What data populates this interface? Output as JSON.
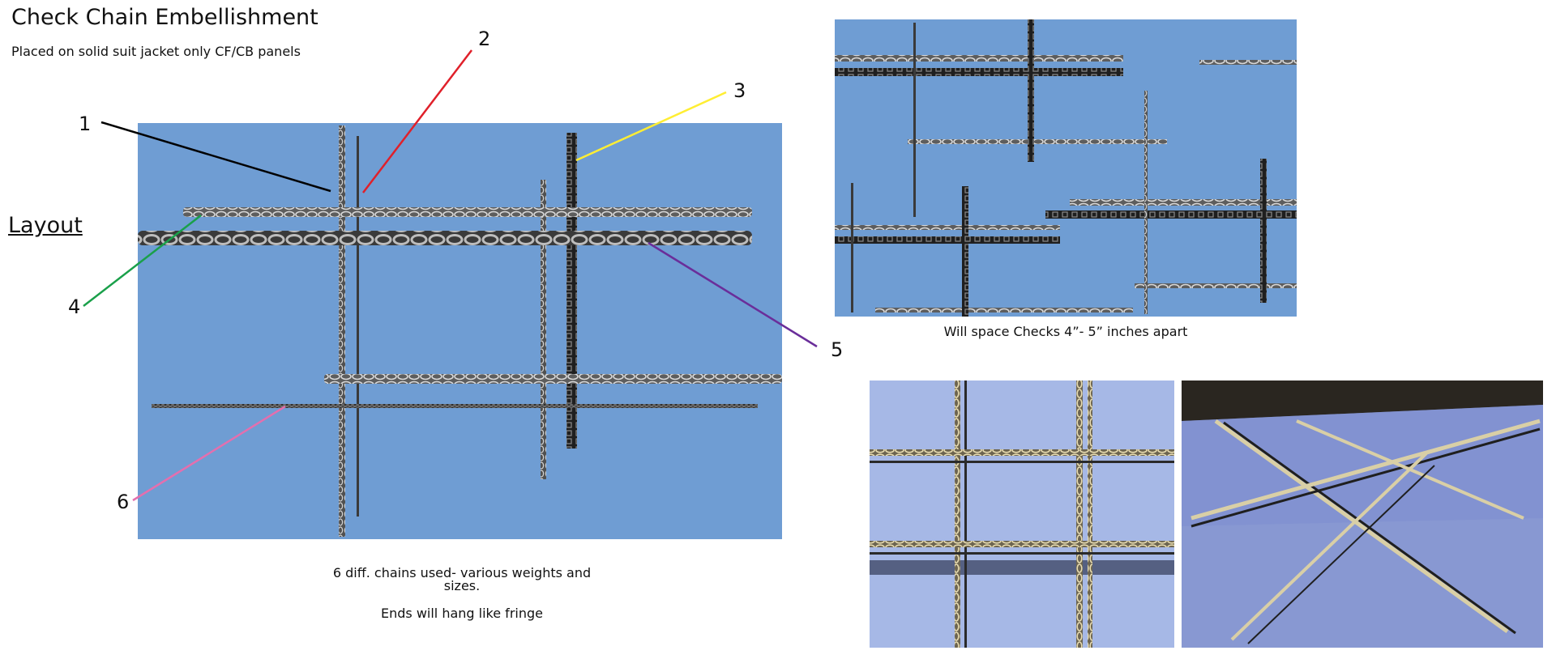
{
  "header": {
    "title": "Check Chain Embellishment",
    "subtitle": "Placed on solid suit jacket only CF/CB panels"
  },
  "layout_label": "Layout",
  "callouts": {
    "c1": "1",
    "c2": "2",
    "c3": "3",
    "c4": "4",
    "c5": "5",
    "c6": "6"
  },
  "notes": {
    "chains_line1": "6 diff. chains used- various weights and",
    "chains_line2": "sizes.",
    "fringe": "Ends will hang like fringe",
    "spacing": "Will space Checks 4”- 5” inches apart"
  },
  "colors": {
    "panel_blue": "#6f9dd3",
    "fabric_blue": "#a6b8e6",
    "callout_1": "#000000",
    "callout_2": "#e0202a",
    "callout_3": "#ffee33",
    "callout_4": "#1aa04a",
    "callout_5": "#6a2e9a",
    "callout_6": "#e46fae"
  }
}
